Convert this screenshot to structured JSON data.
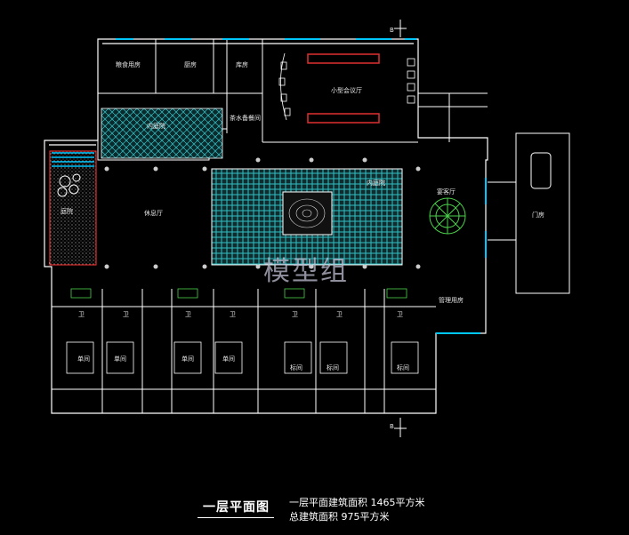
{
  "drawing": {
    "title": "一层平面图",
    "area_first_floor": "一层平面建筑面积  1465平方米",
    "area_total": "总建筑面积  975平方米",
    "watermark": "模型组"
  },
  "rooms": {
    "storage": "粮食用房",
    "kitchen": "厨房",
    "pantry": "库房",
    "small_meeting": "小型会议厅",
    "tea_room": "茶水备餐间",
    "patio": "内庭院",
    "garden": "庭院",
    "lounge": "休息厅",
    "inner_court": "内庭院",
    "banquet": "宴客厅",
    "management": "管理用房",
    "gate_house": "门房",
    "single_room": "单间",
    "standard_room": "标间",
    "bath": "卫"
  },
  "section_mark": "B",
  "colors": {
    "wall": "#ffffff",
    "glass": "#00c8ff",
    "hatch": "#24c2c8",
    "furniture": "#9ad08a",
    "red": "#e03030"
  }
}
